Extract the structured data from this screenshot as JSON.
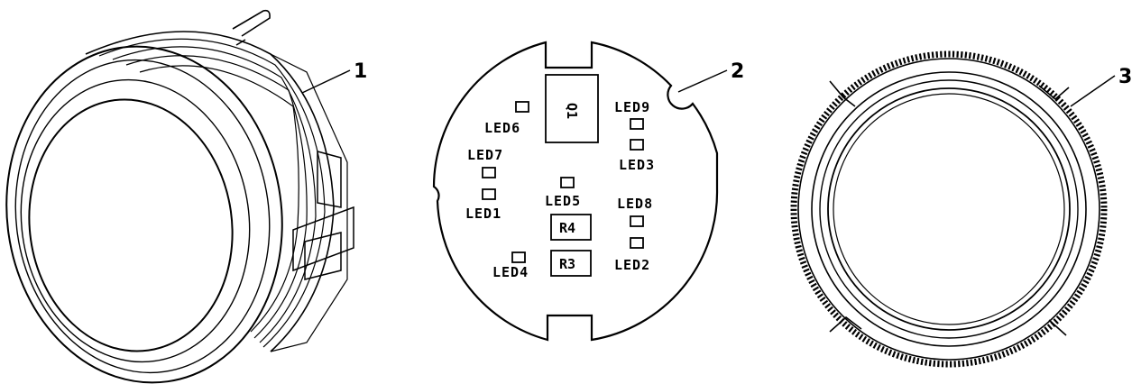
{
  "callouts": {
    "item1": "1",
    "item2": "2",
    "item3": "3"
  },
  "pcb": {
    "led_labels": {
      "led1": "LED1",
      "led2": "LED2",
      "led3": "LED3",
      "led4": "LED4",
      "led5": "LED5",
      "led6": "LED6",
      "led7": "LED7",
      "led8": "LED8",
      "led9": "LED9"
    },
    "components": {
      "q1": "Q1",
      "r3": "R3",
      "r4": "R4"
    }
  },
  "colors": {
    "line": "#000000",
    "background": "#ffffff"
  }
}
